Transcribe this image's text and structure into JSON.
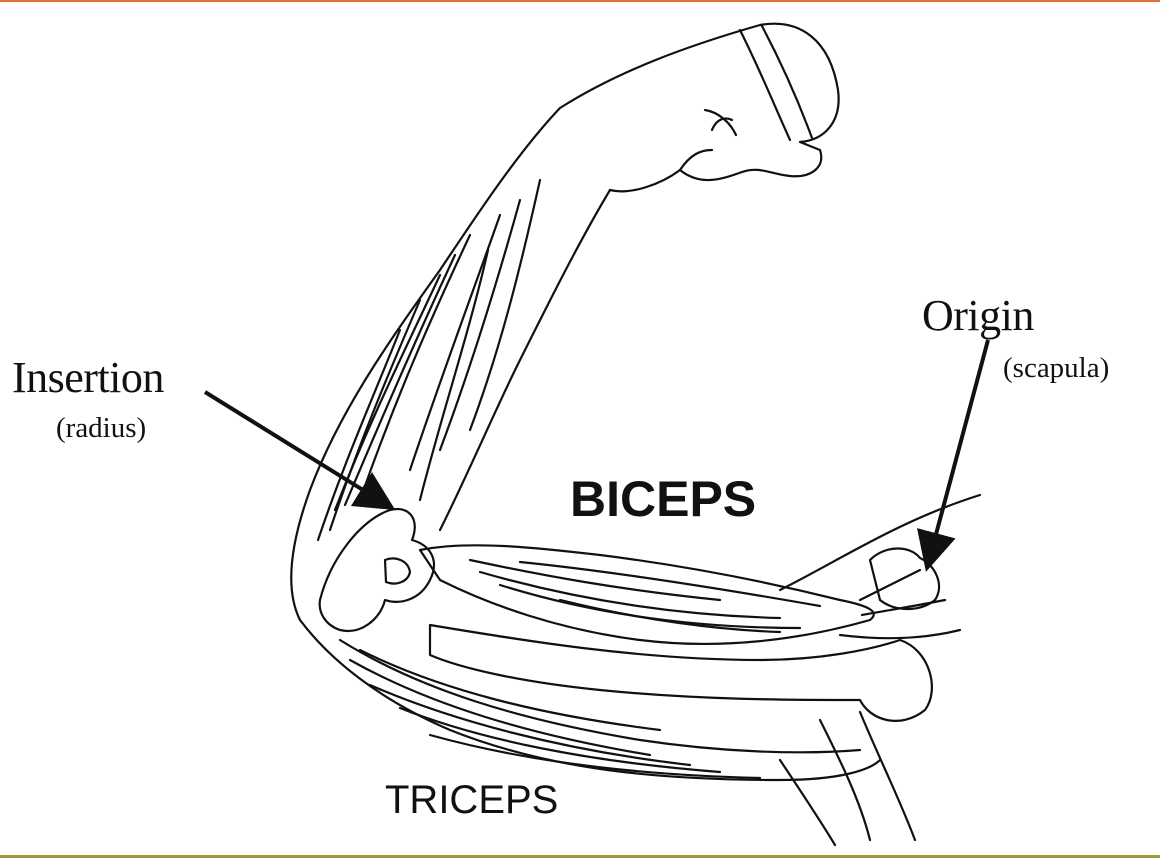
{
  "labels": {
    "insertion": "Insertion",
    "insertion_sub": "(radius)",
    "origin": "Origin",
    "origin_sub": "(scapula)",
    "biceps": "BICEPS",
    "triceps": "TRICEPS"
  },
  "colors": {
    "top_rule": "#e0713a",
    "bottom_rule": "#9a9a3a",
    "ink": "#111111",
    "background": "#ffffff"
  }
}
